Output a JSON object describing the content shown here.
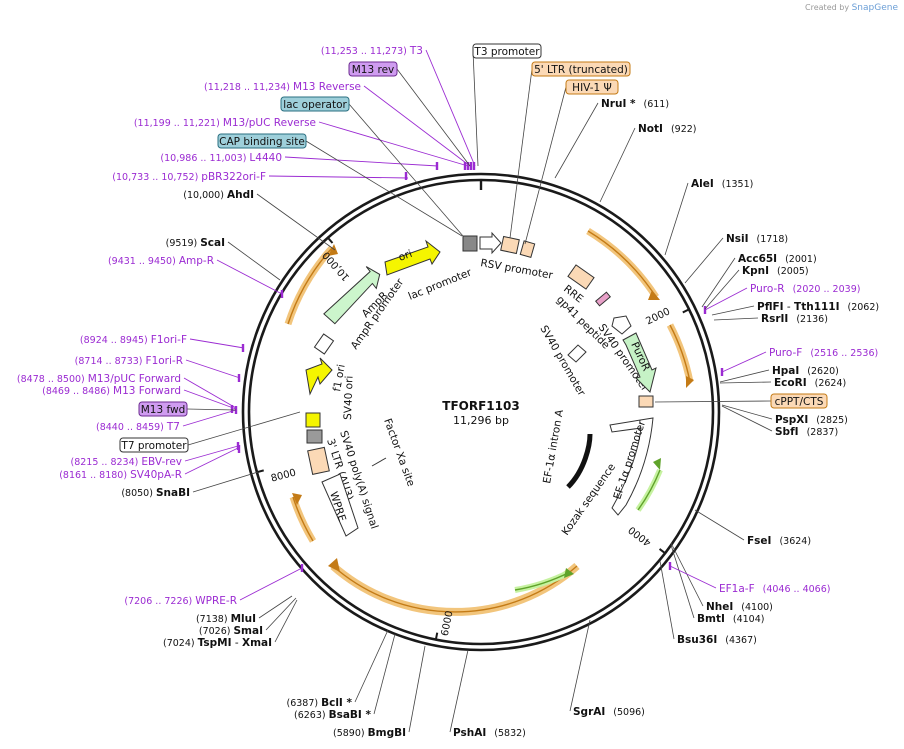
{
  "credit": {
    "prefix": "Created by",
    "brand": "SnapGene"
  },
  "plasmid": {
    "name": "TFORF1103",
    "size_label": "11,296 bp",
    "length": 11296
  },
  "ticks": [
    {
      "label": "2000",
      "bp": 2000
    },
    {
      "label": "4000",
      "bp": 4000
    },
    {
      "label": "6000",
      "bp": 6000
    },
    {
      "label": "8000",
      "bp": 8000
    },
    {
      "label": "10,000",
      "bp": 10000
    }
  ],
  "sites_right": [
    {
      "name": "NruI *",
      "pos": "(611)",
      "bp": 611
    },
    {
      "name": "NotI",
      "pos": "(922)",
      "bp": 922
    },
    {
      "name": "AleI",
      "pos": "(1351)",
      "bp": 1351
    },
    {
      "name": "NsiI",
      "pos": "(1718)",
      "bp": 1718
    },
    {
      "name": "Acc65I",
      "pos": "(2001)",
      "bp": 2001
    },
    {
      "name": "KpnI",
      "pos": "(2005)",
      "bp": 2005
    },
    {
      "name": "PflFI",
      "sep": "-",
      "name2": "Tth111I",
      "pos": "(2062)",
      "bp": 2062
    },
    {
      "name": "RsrII",
      "pos": "(2136)",
      "bp": 2136
    },
    {
      "name": "HpaI",
      "pos": "(2620)",
      "bp": 2620
    },
    {
      "name": "EcoRI",
      "pos": "(2624)",
      "bp": 2624
    },
    {
      "name": "PspXI",
      "pos": "(2825)",
      "bp": 2825
    },
    {
      "name": "SbfI",
      "pos": "(2837)",
      "bp": 2837
    },
    {
      "name": "FseI",
      "pos": "(3624)",
      "bp": 3624
    },
    {
      "name": "NheI",
      "pos": "(4100)",
      "bp": 4100
    },
    {
      "name": "BmtI",
      "pos": "(4104)",
      "bp": 4104
    },
    {
      "name": "Bsu36I",
      "pos": "(4367)",
      "bp": 4367
    },
    {
      "name": "SgrAI",
      "pos": "(5096)",
      "bp": 5096
    },
    {
      "name": "PshAI",
      "pos": "(5832)",
      "bp": 5832
    }
  ],
  "sites_left": [
    {
      "name": "AhdI",
      "pos": "(10,000)",
      "bp": 10000
    },
    {
      "name": "ScaI",
      "pos": "(9519)",
      "bp": 9519
    },
    {
      "name": "SnaBI",
      "pos": "(8050)",
      "bp": 8050
    },
    {
      "name": "MluI",
      "pos": "(7138)",
      "bp": 7138
    },
    {
      "name": "SmaI",
      "pos": "(7026)",
      "bp": 7026
    },
    {
      "name": "TspMI",
      "sep": "-",
      "name2": "XmaI",
      "pos": "(7024)",
      "bp": 7024
    },
    {
      "name": "BclI *",
      "pos": "(6387)",
      "bp": 6387
    },
    {
      "name": "BsaBI *",
      "pos": "(6263)",
      "bp": 6263
    },
    {
      "name": "BmgBI",
      "pos": "(5890)",
      "bp": 5890
    }
  ],
  "primers_right": [
    {
      "name": "Puro-R",
      "pos": "(2020 .. 2039)"
    },
    {
      "name": "Puro-F",
      "pos": "(2516 .. 2536)"
    },
    {
      "name": "EF1a-F",
      "pos": "(4046 .. 4066)"
    }
  ],
  "primers_left": [
    {
      "name": "T3",
      "pos": "(11,253 .. 11,273)"
    },
    {
      "name": "M13 Reverse",
      "pos": "(11,218 .. 11,234)"
    },
    {
      "name": "M13/pUC Reverse",
      "pos": "(11,199 .. 11,221)"
    },
    {
      "name": "L4440",
      "pos": "(10,986 .. 11,003)"
    },
    {
      "name": "pBR322ori-F",
      "pos": "(10,733 .. 10,752)"
    },
    {
      "name": "Amp-R",
      "pos": "(9431 .. 9450)"
    },
    {
      "name": "F1ori-F",
      "pos": "(8924 .. 8945)"
    },
    {
      "name": "F1ori-R",
      "pos": "(8714 .. 8733)"
    },
    {
      "name": "M13/pUC Forward",
      "pos": "(8478 .. 8500)"
    },
    {
      "name": "M13 Forward",
      "pos": "(8469 .. 8486)"
    },
    {
      "name": "T7",
      "pos": "(8440 .. 8459)"
    },
    {
      "name": "EBV-rev",
      "pos": "(8215 .. 8234)"
    },
    {
      "name": "SV40pA-R",
      "pos": "(8161 .. 8180)"
    },
    {
      "name": "WPRE-R",
      "pos": "(7206 .. 7226)"
    }
  ],
  "boxed": {
    "t3_promoter": "T3 promoter",
    "ltr5": "5' LTR (truncated)",
    "hiv": "HIV-1 Ψ",
    "m13rev": "M13 rev",
    "lac_operator": "lac operator",
    "cap_site": "CAP binding site",
    "cppt": "cPPT/CTS",
    "m13fwd": "M13 fwd",
    "t7_promoter": "T7 promoter"
  },
  "features": {
    "ori": "ori",
    "lac_promoter": "lac promoter",
    "rsv_promoter": "RSV promoter",
    "rre": "RRE",
    "gp41": "gp41 peptide",
    "sv40_promoter_1": "SV40 promoter",
    "sv40_promoter_2": "SV40 promoter",
    "puror": "PuroR",
    "ampr": "AmpR",
    "ampr_promoter": "AmpR promoter",
    "f1_ori": "f1 ori",
    "sv40_ori": "SV40 ori",
    "ef1a_intron": "EF-1α intron A",
    "ef1a_promoter": "EF-1α promoter",
    "kozak": "Kozak sequence",
    "factor_xa": "Factor Xa site",
    "sv40_polya": "SV40 poly(A) signal",
    "ltr3": "3' LTR (ΔU3)",
    "wpre": "WPRE"
  },
  "colors": {
    "backbone": "#1a1a1a",
    "primer": "#9b2bd2",
    "orf_highlight": "#f2c57c",
    "orf_arrow": "#c47b16",
    "ori": "#f5f500",
    "ampr_fill": "#ccf5cc",
    "ltr_fill": "#fbd9b6",
    "puror_fill": "#c6f2c6",
    "kozak_green": "#7fbf3a",
    "lac_operator": "#9ecfda",
    "m13_box": "#cf9cf0"
  }
}
